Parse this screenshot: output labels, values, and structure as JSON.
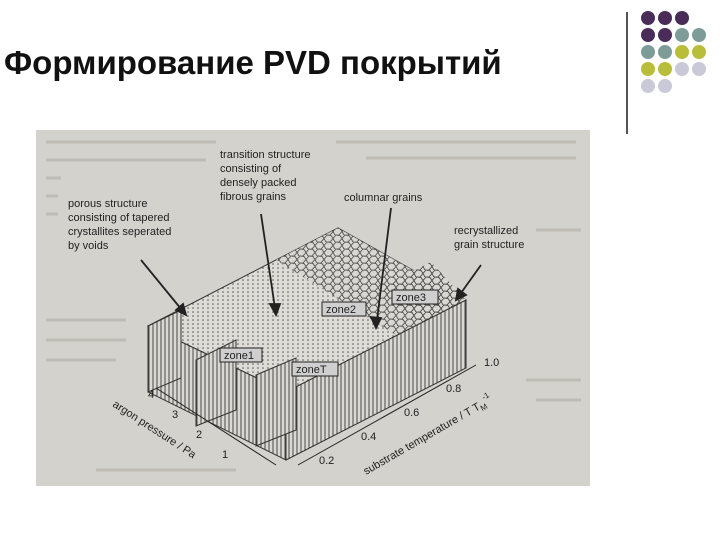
{
  "slide": {
    "title": "Формирование PVD покрытий"
  },
  "decor": {
    "dot_colors": [
      "#4a2c58",
      "#7d9c98",
      "#b9be3a",
      "#c9c9d8"
    ]
  },
  "diagram": {
    "labels": {
      "porous": [
        "porous structure",
        "consisting of tapered",
        "crystallites seperated",
        "by voids"
      ],
      "transition": [
        "transition structure",
        "consisting of",
        "densely packed",
        "fibrous grains"
      ],
      "columnar": [
        "columnar grains"
      ],
      "recrystallized": [
        "recrystallized",
        "grain structure"
      ]
    },
    "zones": {
      "zone1": "zone1",
      "zoneT": "zoneT",
      "zone2": "zone2",
      "zone3": "zone3"
    },
    "axes": {
      "pressure_label": "argon pressure / Pa",
      "pressure_ticks": [
        "1",
        "2",
        "3",
        "4"
      ],
      "temperature_label": "substrate temperature / T T",
      "temperature_sub": "M",
      "temperature_sup": "-1",
      "temperature_ticks": [
        "0.2",
        "0.4",
        "0.6",
        "0.8",
        "1.0"
      ]
    }
  }
}
